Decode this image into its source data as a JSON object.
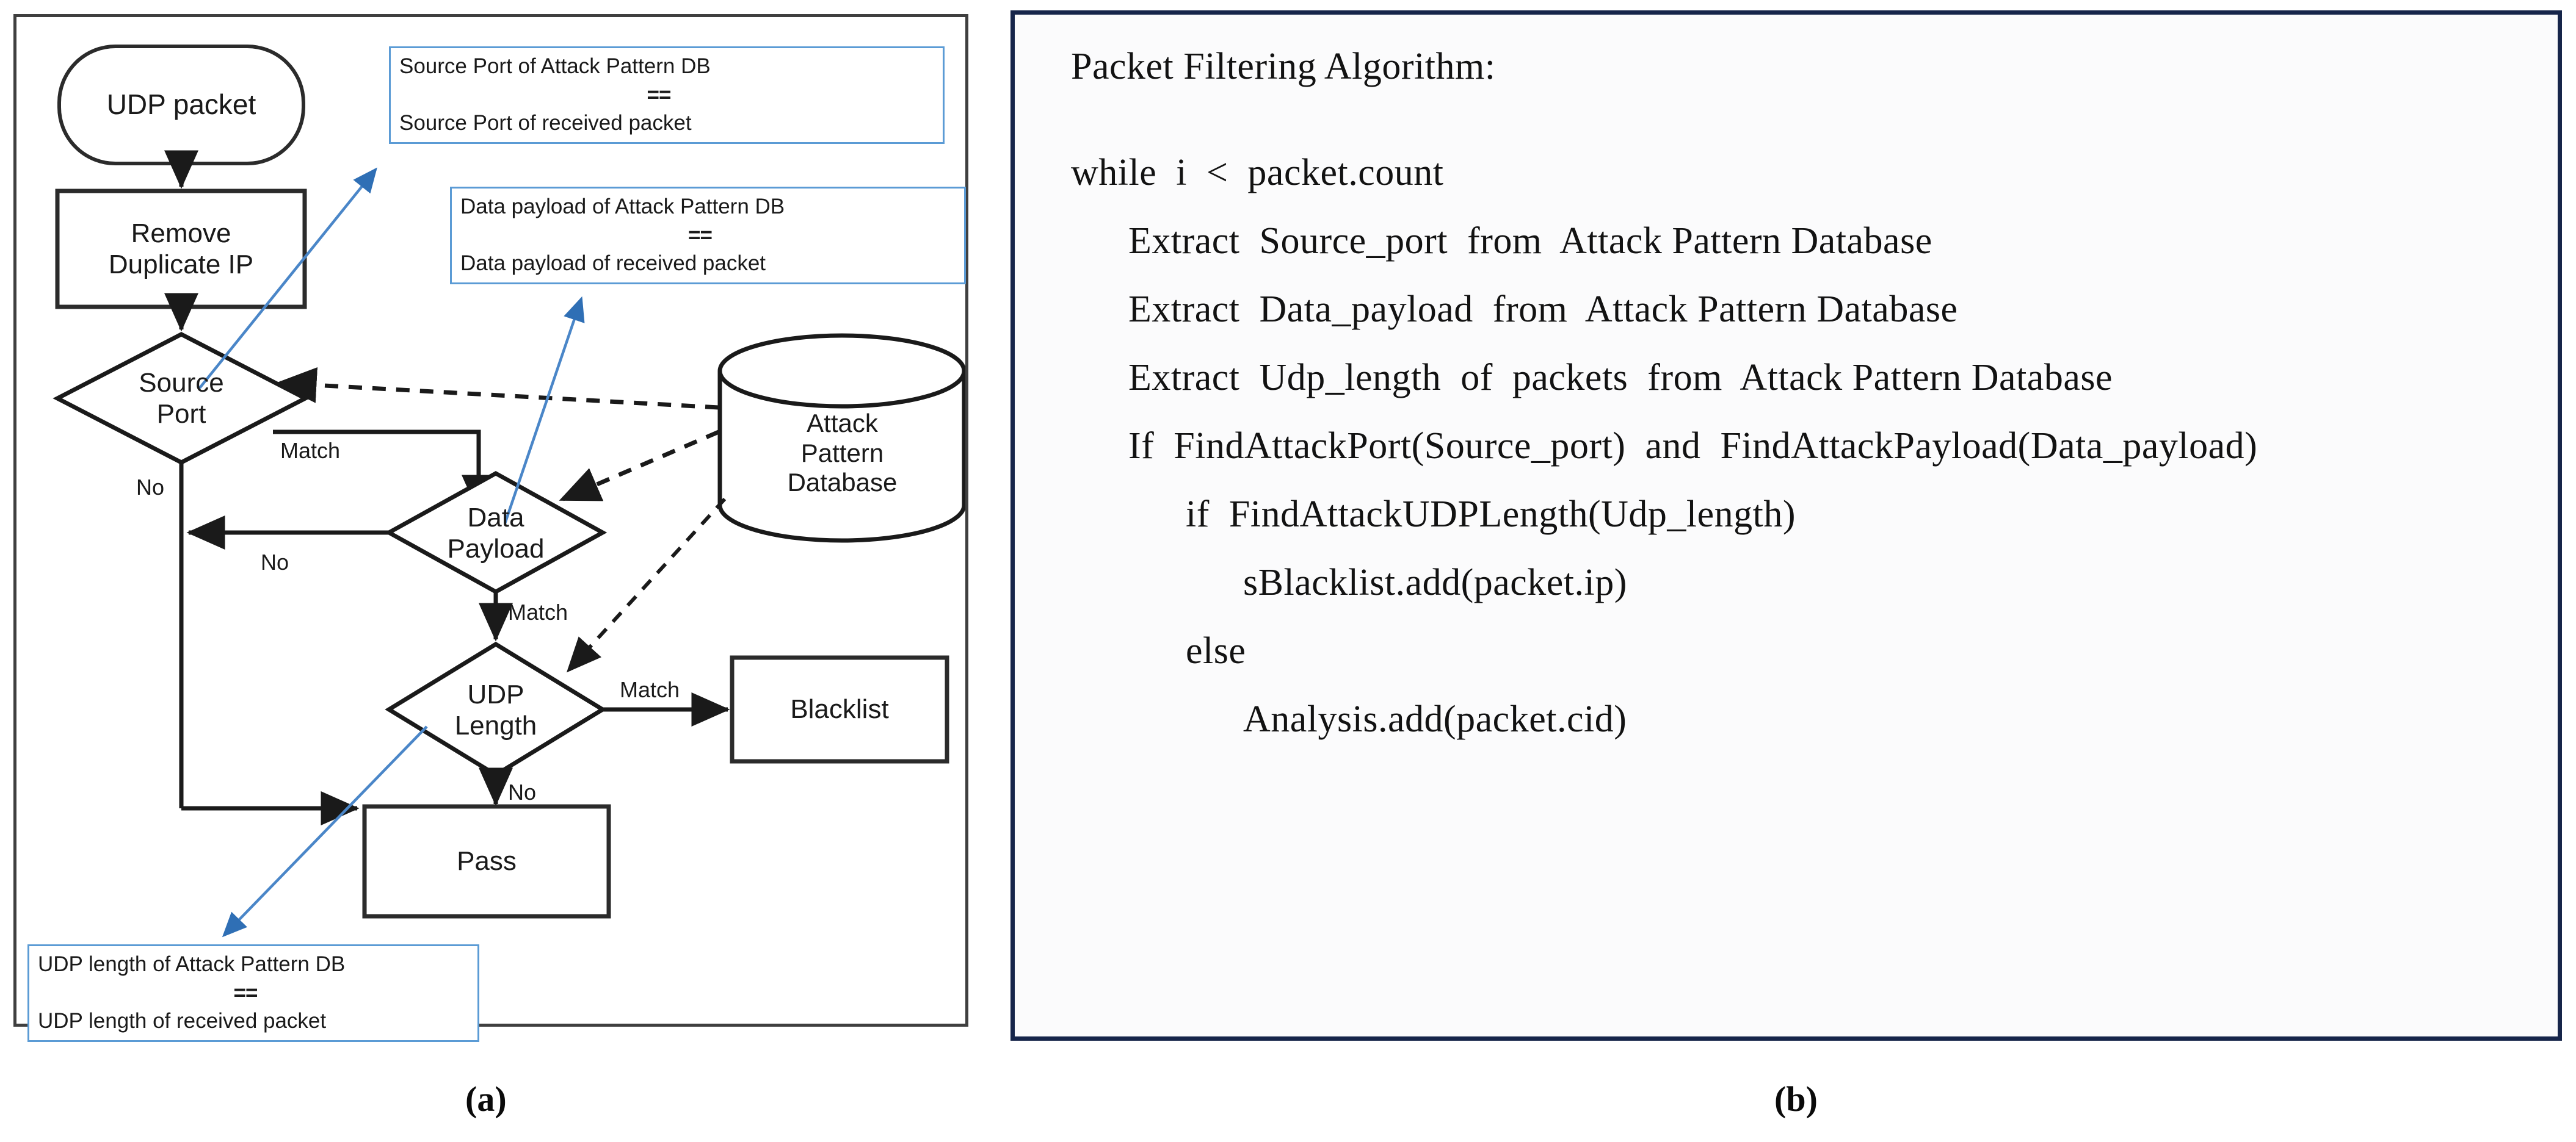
{
  "figure": {
    "caption_a": "(a)",
    "caption_b": "(b)"
  },
  "colors": {
    "callout_border": "#5B9BD5",
    "panel_b_border": "#16254A",
    "panel_a_border": "#3F3F3F",
    "flow_stroke": "#1A1A1A",
    "blue_arrow": "#4A86C8"
  },
  "flowchart": {
    "nodes": {
      "start": "UDP packet",
      "remove_dup": "Remove\nDuplicate IP",
      "remove_dup_l1": "Remove",
      "remove_dup_l2": "Duplicate IP",
      "source_port_l1": "Source",
      "source_port_l2": "Port",
      "data_payload_l1": "Data",
      "data_payload_l2": "Payload",
      "udp_length_l1": "UDP",
      "udp_length_l2": "Length",
      "blacklist": "Blacklist",
      "pass": "Pass",
      "database_l1": "Attack",
      "database_l2": "Pattern",
      "database_l3": "Database"
    },
    "edge_labels": {
      "source_port_match": "Match",
      "source_port_no": "No",
      "data_payload_no": "No",
      "data_payload_match": "Match",
      "udp_length_match": "Match",
      "udp_length_no": "No"
    },
    "callouts": [
      {
        "id": "source-port-callout",
        "line1": "Source Port of Attack Pattern DB",
        "operator": "==",
        "line3": "Source Port of received packet"
      },
      {
        "id": "data-payload-callout",
        "line1": "Data payload of Attack Pattern DB",
        "operator": "==",
        "line3": "Data payload of received packet"
      },
      {
        "id": "udp-length-callout",
        "line1": "UDP length of Attack Pattern DB",
        "operator": "==",
        "line3": "UDP length of received packet"
      }
    ]
  },
  "algorithm": {
    "title": "Packet Filtering Algorithm:",
    "lines": [
      {
        "indent": 0,
        "text": "while  i  <  packet.count"
      },
      {
        "indent": 1,
        "text": "Extract  Source_port  from  Attack Pattern Database"
      },
      {
        "indent": 1,
        "text": "Extract  Data_payload  from  Attack Pattern Database"
      },
      {
        "indent": 1,
        "text": "Extract  Udp_length  of  packets  from  Attack Pattern Database"
      },
      {
        "indent": 1,
        "text": "If  FindAttackPort(Source_port)  and  FindAttackPayload(Data_payload)"
      },
      {
        "indent": 2,
        "text": "if  FindAttackUDPLength(Udp_length)"
      },
      {
        "indent": 3,
        "text": "sBlacklist.add(packet.ip)"
      },
      {
        "indent": 2,
        "text": "else"
      },
      {
        "indent": 3,
        "text": "Analysis.add(packet.cid)"
      }
    ]
  }
}
